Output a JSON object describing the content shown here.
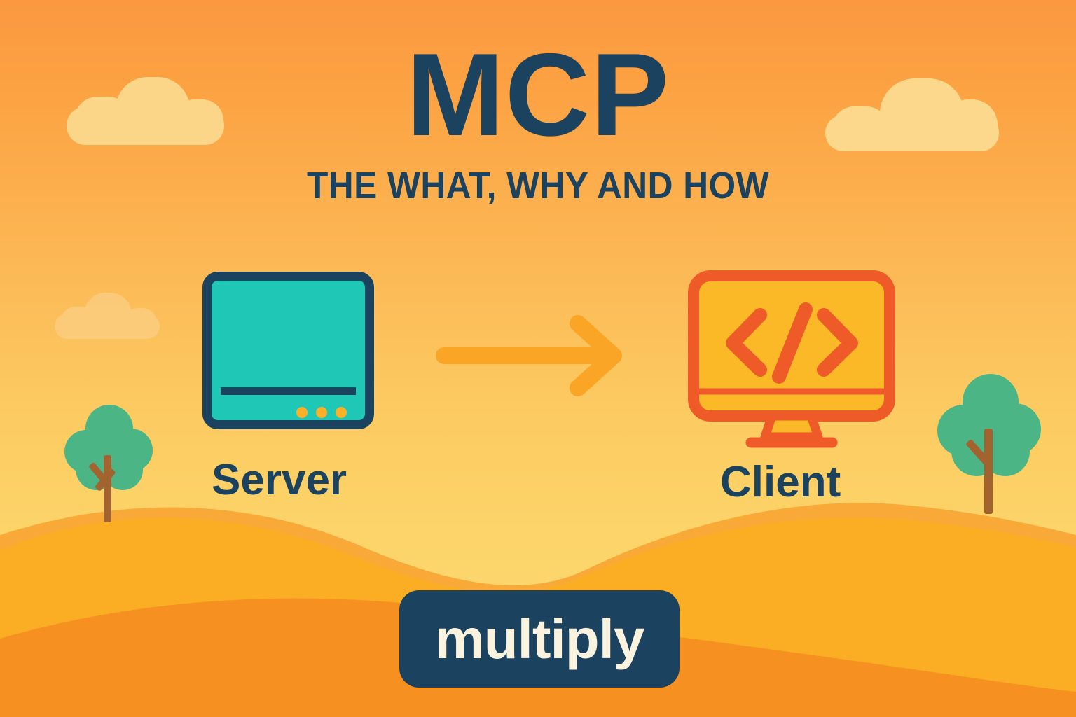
{
  "poster": {
    "title": "MCP",
    "subtitle": "THE WHAT, WHY AND HOW"
  },
  "diagram": {
    "source_node": {
      "label": "Server",
      "icon": "server-icon"
    },
    "connector": {
      "icon": "arrow-right-icon",
      "direction": "left-to-right"
    },
    "target_node": {
      "label": "Client",
      "icon": "code-monitor-icon"
    }
  },
  "badge": {
    "label": "multiply"
  },
  "scenery": {
    "clouds": [
      {
        "name": "cloud-top-left"
      },
      {
        "name": "cloud-mid-left"
      },
      {
        "name": "cloud-top-right"
      }
    ],
    "trees": [
      {
        "name": "tree-left"
      },
      {
        "name": "tree-right"
      }
    ],
    "hills": [
      {
        "name": "hill-back"
      },
      {
        "name": "hill-mid"
      },
      {
        "name": "hill-front"
      }
    ]
  },
  "colors": {
    "sky_top": "#FB9840",
    "sky_bottom": "#FCDB72",
    "navy": "#1B4360",
    "teal": "#1EC7B6",
    "orange_accent": "#FBA223",
    "orange_stroke": "#EE5B29",
    "screen_fill": "#FBB927",
    "cloud": "#FCD98A",
    "tree_foliage": "#4CB585",
    "tree_trunk": "#A3632F",
    "badge_text": "#FAF3E0",
    "hill_back": "#F9A938",
    "hill_mid": "#FBAE24",
    "hill_front": "#F59021"
  }
}
